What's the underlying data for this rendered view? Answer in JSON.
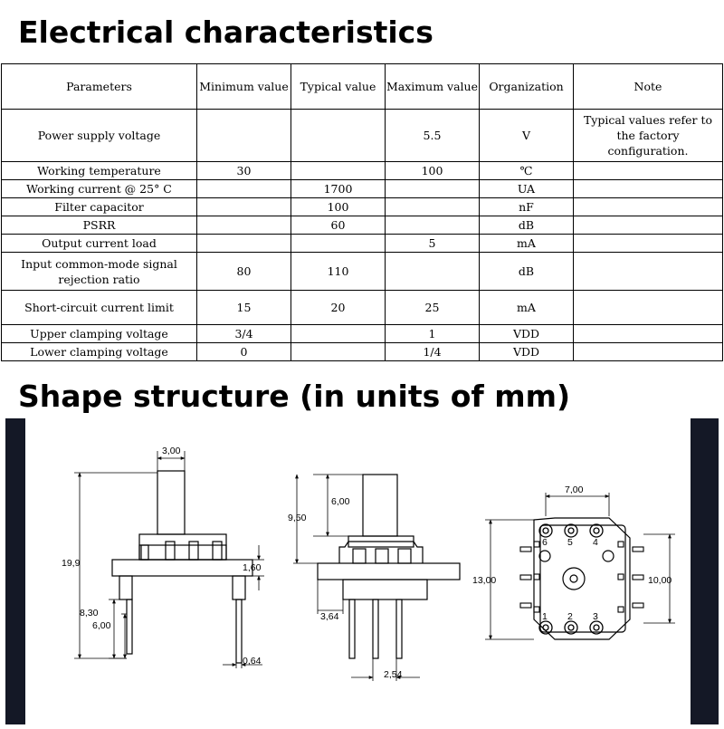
{
  "section1_title": "Electrical characteristics",
  "section2_title": "Shape structure (in units of mm)",
  "table": {
    "headers": [
      "Parameters",
      "Minimum value",
      "Typical value",
      "Maximum value",
      "Organization",
      "Note"
    ],
    "rows": [
      [
        "Power supply voltage",
        "",
        "",
        "5.5",
        "V",
        "Typical values refer to the factory configuration."
      ],
      [
        "Working temperature",
        "30",
        "",
        "100",
        "℃",
        ""
      ],
      [
        "Working current @ 25° C",
        "",
        "1700",
        "",
        "UA",
        ""
      ],
      [
        "Filter capacitor",
        "",
        "100",
        "",
        "nF",
        ""
      ],
      [
        "PSRR",
        "",
        "60",
        "",
        "dB",
        ""
      ],
      [
        "Output current load",
        "",
        "",
        "5",
        "mA",
        ""
      ],
      [
        "Input common-mode signal rejection ratio",
        "80",
        "110",
        "",
        "dB",
        ""
      ],
      [
        "Short-circuit current limit",
        "15",
        "20",
        "25",
        "mA",
        ""
      ],
      [
        "Upper clamping voltage",
        "3/4",
        "",
        "1",
        "VDD",
        ""
      ],
      [
        "Lower clamping voltage",
        "0",
        "",
        "1/4",
        "VDD",
        ""
      ]
    ]
  },
  "drawing": {
    "side_view": {
      "dim_top_width": "3,00",
      "dim_height": "19,9",
      "dim_flange": "1,60",
      "dim_pin_upper": "8,30",
      "dim_pin_lower": "6,00",
      "dim_pin_width": "0,64"
    },
    "front_view": {
      "dim_stem": "6,00",
      "dim_body": "9,50",
      "dim_offset": "3,64",
      "dim_pitch": "2,54"
    },
    "top_view": {
      "dim_width": "7,00",
      "dim_height_outer": "13,00",
      "dim_height_inner": "10,00",
      "pins_top": [
        "6",
        "5",
        "4"
      ],
      "pins_bottom": [
        "1",
        "2",
        "3"
      ]
    }
  }
}
